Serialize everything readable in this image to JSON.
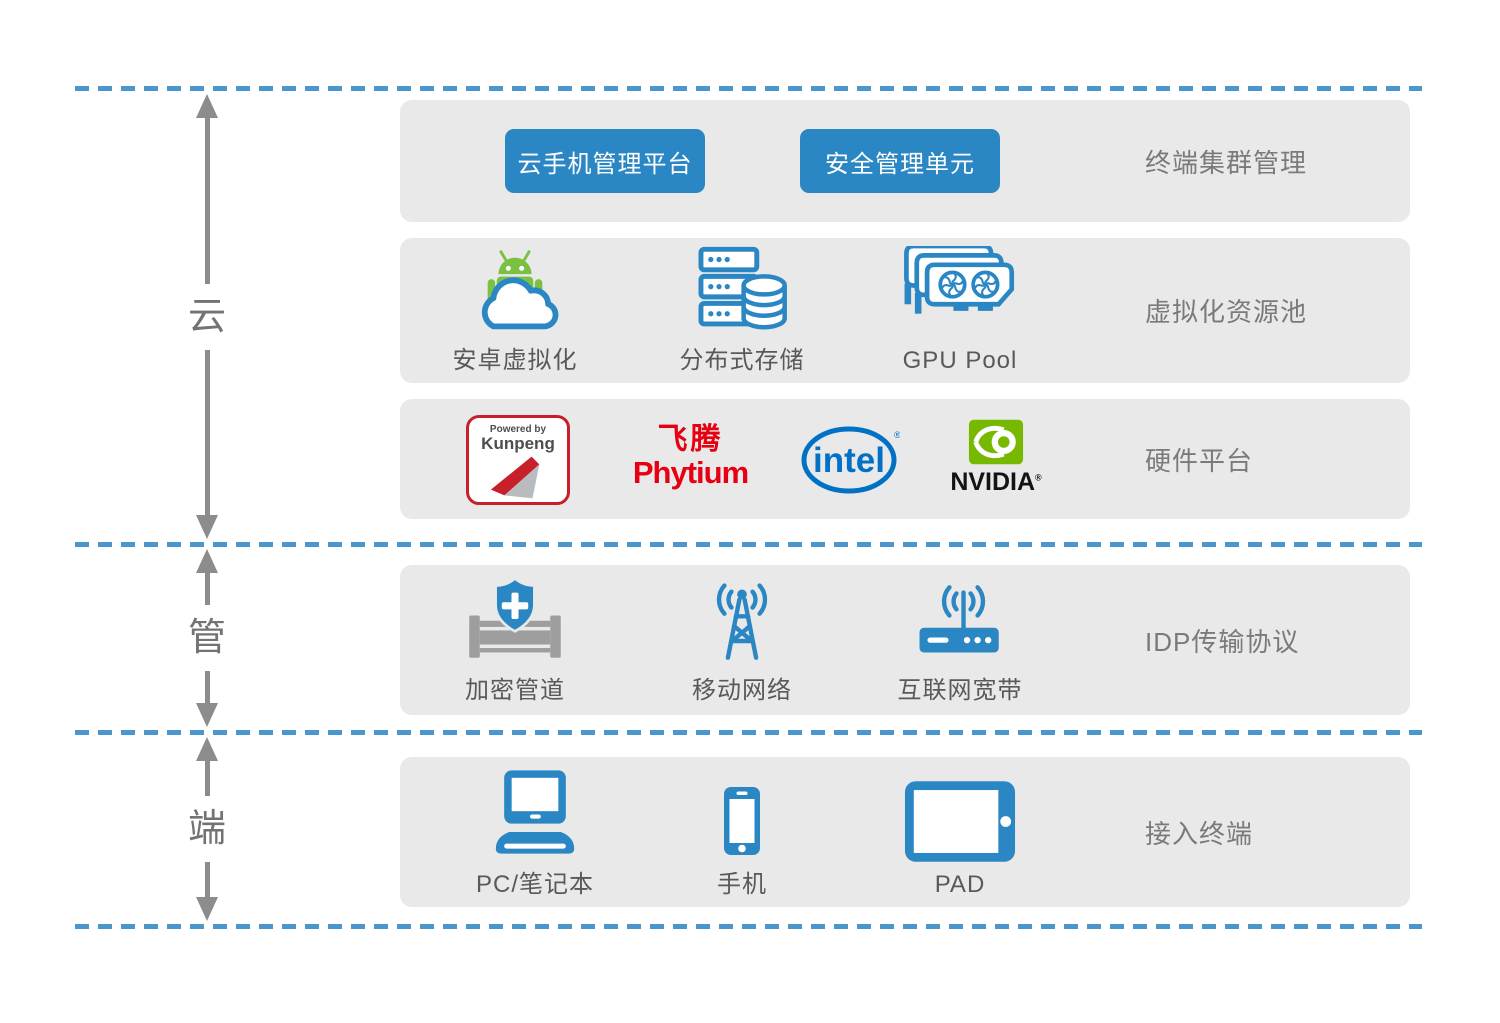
{
  "sections": [
    {
      "label": "云"
    },
    {
      "label": "管"
    },
    {
      "label": "端"
    }
  ],
  "rows": {
    "cluster": {
      "title": "终端集群管理",
      "buttons": [
        {
          "label": "云手机管理平台"
        },
        {
          "label": "安全管理单元"
        }
      ]
    },
    "pool": {
      "title": "虚拟化资源池",
      "items": [
        {
          "icon": "android-cloud-icon",
          "label": "安卓虚拟化"
        },
        {
          "icon": "distributed-storage-icon",
          "label": "分布式存储"
        },
        {
          "icon": "gpu-pool-icon",
          "label": "GPU Pool"
        }
      ]
    },
    "hardware": {
      "title": "硬件平台",
      "logos": {
        "kunpeng": {
          "line1": "Powered by",
          "line2": "Kunpeng"
        },
        "phytium": {
          "line1": "飞腾",
          "line2": "Phytium"
        },
        "intel": {
          "text": "intel",
          "reg": "®"
        },
        "nvidia": {
          "text": "NVIDIA",
          "reg": "®"
        }
      }
    },
    "idp": {
      "title": "IDP传输协议",
      "items": [
        {
          "icon": "encrypted-pipe-icon",
          "label": "加密管道"
        },
        {
          "icon": "mobile-network-icon",
          "label": "移动网络"
        },
        {
          "icon": "internet-broadband-icon",
          "label": "互联网宽带"
        }
      ]
    },
    "terminal": {
      "title": "接入终端",
      "items": [
        {
          "icon": "laptop-icon",
          "label": "PC/笔记本"
        },
        {
          "icon": "phone-icon",
          "label": "手机"
        },
        {
          "icon": "tablet-icon",
          "label": "PAD"
        }
      ]
    }
  },
  "colors": {
    "primary_blue": "#2b87c4",
    "dash_blue": "#4a96cd",
    "panel_gray": "#e9e9e9",
    "text_gray": "#595959",
    "title_gray": "#7a7a7a",
    "arrow_gray": "#8c8c8c",
    "android_green": "#7ac143",
    "kunpeng_red": "#c7202a",
    "phytium_red": "#e60012",
    "intel_blue": "#0071c5",
    "nvidia_green": "#76b900"
  }
}
